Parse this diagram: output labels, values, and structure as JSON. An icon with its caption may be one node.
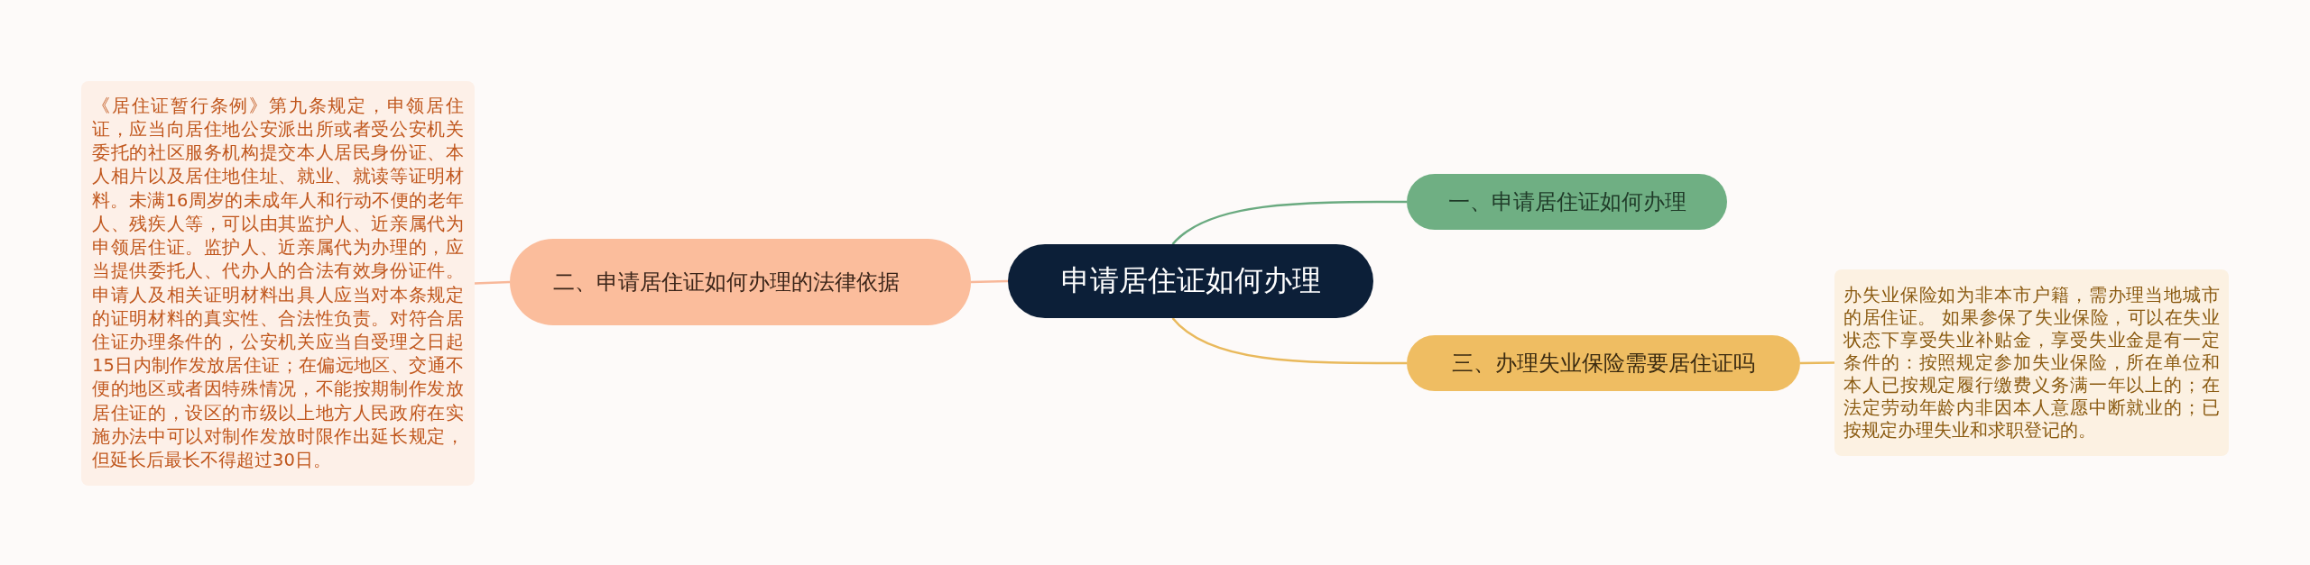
{
  "diagram": {
    "nodes": [
      {
        "text": [
          "申请居住证如何办理"
        ]
      },
      {
        "text": [
          "一、申请居住证如何办理"
        ]
      },
      {
        "text": [
          "二、申请居住证如何办理的法律依据"
        ]
      },
      {
        "text": [
          "三、办理失业保险需要居住证吗"
        ]
      },
      {
        "text": [
          "《居住证暂行条例》第九条规定，申领居住证，应当向居住地公安派出所或者受公安机关委托的社区服务机构提交本人居民身份证、本人相片以及居住地住址、就业、就读等证明材料。未满16周岁的未成年人和行动不便的老年人、残疾人等，可以由其监护人、近亲属代为申领居住证。监护人、近亲属代为办理的，应当提供委托人、代办人的合法有效身份证件。申请人及相关证明材料出具人应当对本条规定的证明材料的真实性、合法性负责。对符合居住证办理条件的，公安机关应当自受理之日起15日内制作发放居住证；在偏远地区、交通不便的地区或者因特殊情况，不能按期制作发放居住证的，设区的市级以上地方人民政府在实施办法中可以对制作发放时限作出延长规定，但延长后最长不得超过30日。"
        ]
      },
      {
        "text": [
          "办失业保险如为非本市户籍，需办理当地城市的居住证。 如果参保了失业保险，可以在失业状态下享受失业补贴金，享受失业金是有一定条件的：按照规定参加失业保险，所在单位和本人已按规定履行缴费义务满一年以上的；在法定劳动年龄内非因本人意愿中断就业的；已按规定办理失业和求职登记的。"
        ]
      }
    ],
    "edges": [
      {
        "from": 0,
        "to": 1,
        "arrow": "none",
        "color": "#6aaa80"
      },
      {
        "from": 0,
        "to": 2,
        "arrow": "none",
        "color": "#f8b89a"
      },
      {
        "from": 0,
        "to": 3,
        "arrow": "none",
        "color": "#e9b95c"
      },
      {
        "from": 2,
        "to": 4,
        "arrow": "none",
        "color": "#f8b89a"
      },
      {
        "from": 3,
        "to": 5,
        "arrow": "none",
        "color": "#e9b95c"
      }
    ]
  }
}
